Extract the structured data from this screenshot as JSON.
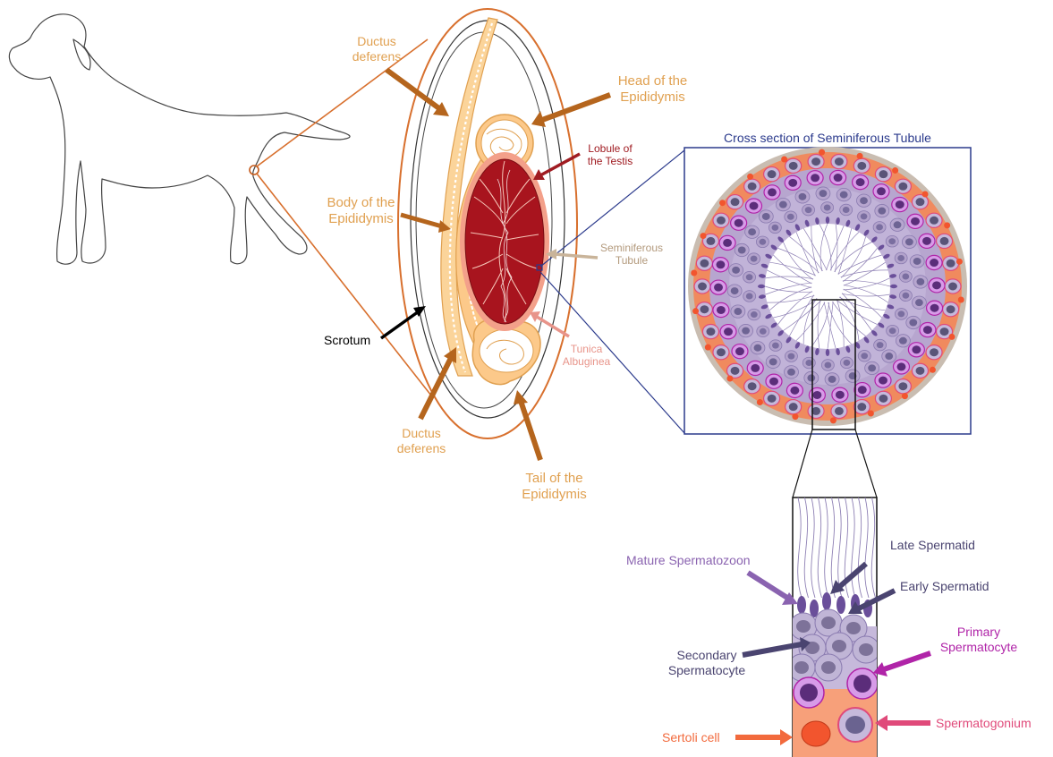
{
  "labels": {
    "ductus_deferens_top": [
      "Ductus",
      "deferens"
    ],
    "head_epididymis": [
      "Head of the",
      "Epididymis"
    ],
    "lobule_testis": [
      "Lobule of",
      "the Testis"
    ],
    "body_epididymis": [
      "Body of the",
      "Epididymis"
    ],
    "seminiferous_tubule": [
      "Seminiferous",
      "Tubule"
    ],
    "scrotum": "Scrotum",
    "tunica_albuginea": [
      "Tunica",
      "Albuginea"
    ],
    "ductus_deferens_bottom": [
      "Ductus",
      "deferens"
    ],
    "tail_epididymis": [
      "Tail of the",
      "Epididymis"
    ],
    "cross_section_title": "Cross section of Seminiferous Tubule",
    "mature_spermatozoon": "Mature Spermatozoon",
    "late_spermatid": "Late Spermatid",
    "early_spermatid": "Early Spermatid",
    "secondary_spermatocyte": [
      "Secondary",
      "Spermatocyte"
    ],
    "primary_spermatocyte": [
      "Primary",
      "Spermatocyte"
    ],
    "sertoli_cell": "Sertoli cell",
    "spermatogonium": "Spermatogonium"
  },
  "colors": {
    "epididymis_label": "#e0a050",
    "arrow_brown": "#b5651d",
    "lobule_red": "#a01c22",
    "seminiferous_tan": "#c9b49a",
    "tunica_pink": "#e8948a",
    "navy": "#2b3a8c",
    "mature_purple": "#8a63b0",
    "spermatid_dark": "#4a4470",
    "primary_magenta": "#b024a8",
    "sertoli_orange": "#f26a3d",
    "spermatogonium_pink": "#e04a7a"
  }
}
